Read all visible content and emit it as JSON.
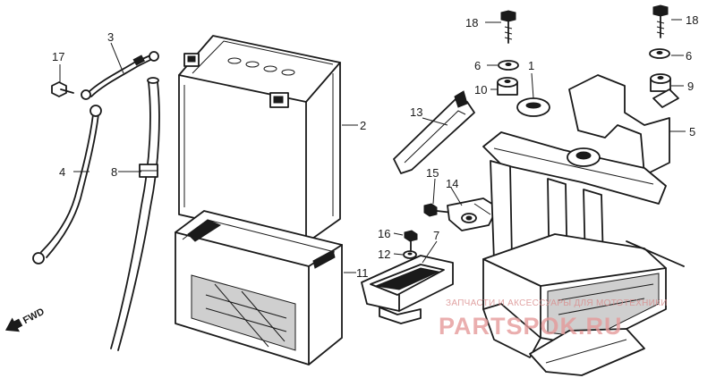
{
  "callouts": [
    {
      "id": "c1",
      "text": "1"
    },
    {
      "id": "c2",
      "text": "2"
    },
    {
      "id": "c3",
      "text": "3"
    },
    {
      "id": "c4",
      "text": "4"
    },
    {
      "id": "c5",
      "text": "5"
    },
    {
      "id": "c6a",
      "text": "6"
    },
    {
      "id": "c6b",
      "text": "6"
    },
    {
      "id": "c7",
      "text": "7"
    },
    {
      "id": "c8",
      "text": "8"
    },
    {
      "id": "c9",
      "text": "9"
    },
    {
      "id": "c10",
      "text": "10"
    },
    {
      "id": "c11",
      "text": "11"
    },
    {
      "id": "c12",
      "text": "12"
    },
    {
      "id": "c13",
      "text": "13"
    },
    {
      "id": "c14",
      "text": "14"
    },
    {
      "id": "c15",
      "text": "15"
    },
    {
      "id": "c16",
      "text": "16"
    },
    {
      "id": "c17",
      "text": "17"
    },
    {
      "id": "c18a",
      "text": "18"
    },
    {
      "id": "c18b",
      "text": "18"
    }
  ],
  "direction_label": "FWD",
  "watermark": {
    "caption": "ЗАПЧАСТИ И АКСЕССУАРЫ ДЛЯ МОТОТЕХНИКИ",
    "brand": "PARTSPOK.RU",
    "color": "#e59a9a"
  }
}
